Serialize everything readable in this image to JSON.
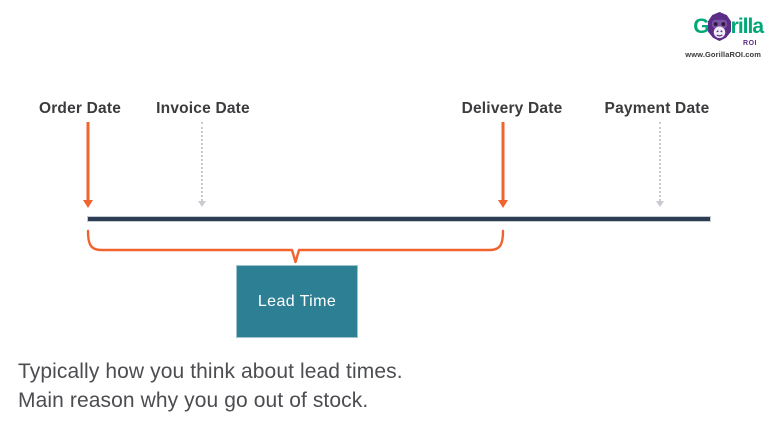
{
  "logo": {
    "brand_prefix": "G",
    "brand_suffix": "rilla",
    "brand_sub": "ROI",
    "website": "www.GorillaROI.com"
  },
  "timeline": {
    "milestones": [
      {
        "label": "Order Date",
        "emphasis": "highlighted"
      },
      {
        "label": "Invoice Date",
        "emphasis": "muted"
      },
      {
        "label": "Delivery Date",
        "emphasis": "highlighted"
      },
      {
        "label": "Payment Date",
        "emphasis": "muted"
      }
    ]
  },
  "lead_time": {
    "label": "Lead Time"
  },
  "caption": {
    "line1": "Typically how you think about lead times.",
    "line2": "Main reason why you go out of stock."
  },
  "colors": {
    "accent_orange": "#f1632f",
    "navy": "#2d3e54",
    "teal": "#2d8094",
    "muted_gray": "#c9cbd0",
    "logo_green": "#00a878",
    "logo_purple": "#5b2d86"
  }
}
